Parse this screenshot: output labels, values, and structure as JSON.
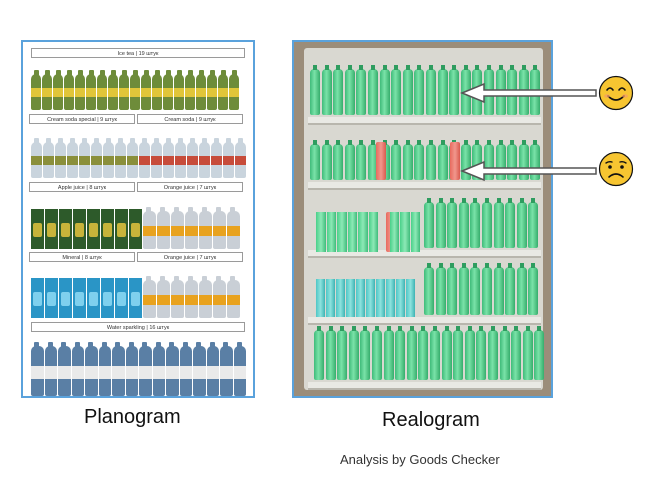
{
  "planogram": {
    "shelves": [
      {
        "labels": [
          "Ice tea | 19 штук"
        ],
        "product": "bottle",
        "count": 19,
        "color": "#6e8c3a",
        "label_color": "#e0c63a"
      },
      {
        "labels": [
          "Cream soda special | 9 штук",
          "Cream soda | 9 штук"
        ],
        "product": "bottle",
        "count": 18,
        "color": "#c9d4dd",
        "label_color": "#c74c3a"
      },
      {
        "labels": [
          "Apple juice | 8 штук",
          "Orange juice | 7 штук"
        ],
        "product": "mixed-a",
        "count": 15,
        "color": "#2d5a2a",
        "label_color": "#b54a2a"
      },
      {
        "labels": [
          "Mineral | 8 штук",
          "Orange juice | 7 штук"
        ],
        "product": "mixed-b",
        "count": 15,
        "color": "#2a95c6",
        "label_color": "#f0a21a"
      },
      {
        "labels": [
          "Water sparkling | 16 штук"
        ],
        "product": "bottle",
        "count": 16,
        "color": "#5a7fa5",
        "label_color": "#eaeaea"
      }
    ]
  },
  "captions": {
    "planogram": "Planogram",
    "realogram": "Realogram",
    "credit": "Analysis by Goods Checker"
  },
  "emojis": {
    "top": "smiling-face",
    "bottom": "worried-face"
  },
  "colors": {
    "border": "#5aa2dc",
    "emoji": "#f7c531"
  }
}
